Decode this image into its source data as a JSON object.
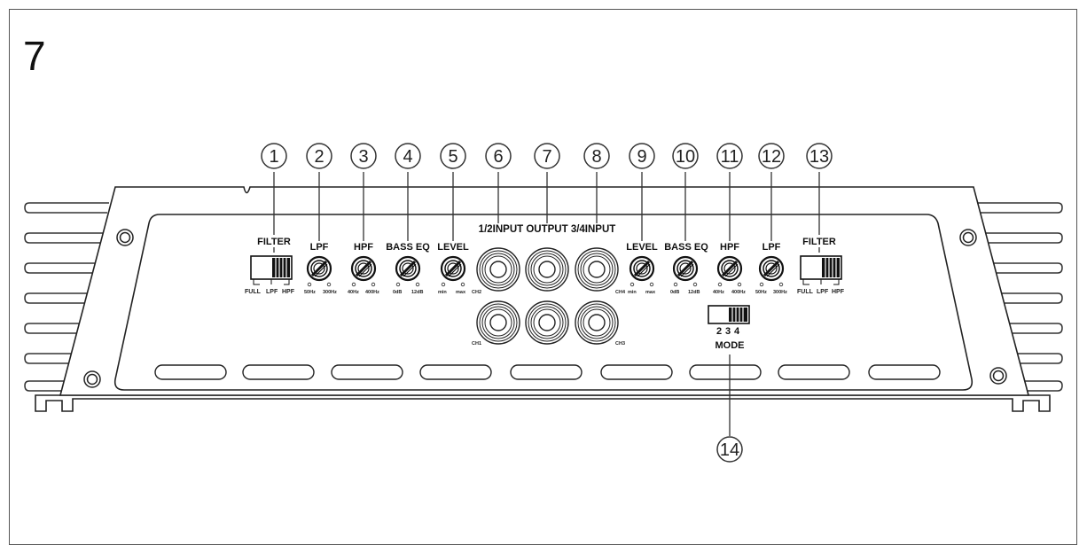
{
  "figure_number": "7",
  "callouts": [
    "1",
    "2",
    "3",
    "4",
    "5",
    "6",
    "7",
    "8",
    "9",
    "10",
    "11",
    "12",
    "13",
    "14"
  ],
  "labels": {
    "filter_left": "FILTER",
    "lpf_left": "LPF",
    "hpf_left": "HPF",
    "bass_eq_left": "BASS EQ",
    "level_left": "LEVEL",
    "io_header": "1/2INPUT OUTPUT 3/4INPUT",
    "level_right": "LEVEL",
    "bass_eq_right": "BASS EQ",
    "hpf_right": "HPF",
    "lpf_right": "LPF",
    "filter_right": "FILTER",
    "mode": "MODE"
  },
  "scales": {
    "lpf_left_min": "50Hz",
    "lpf_left_max": "300Hz",
    "hpf_left_min": "40Hz",
    "hpf_left_max": "400Hz",
    "bass_left_min": "0dB",
    "bass_left_max": "12dB",
    "level_left_min": "min",
    "level_left_max": "max",
    "level_right_min": "min",
    "level_right_max": "max",
    "bass_right_min": "0dB",
    "bass_right_max": "12dB",
    "hpf_right_min": "40Hz",
    "hpf_right_max": "400Hz",
    "lpf_right_min": "50Hz",
    "lpf_right_max": "300Hz"
  },
  "filter_positions": {
    "left": [
      "FULL",
      "LPF",
      "HPF"
    ],
    "right": [
      "FULL",
      "LPF",
      "HPF"
    ]
  },
  "mode_positions": [
    "2",
    "3",
    "4"
  ],
  "channels": {
    "ch2": "CH2",
    "ch4": "CH4",
    "ch1": "CH1",
    "ch3": "CH3"
  }
}
